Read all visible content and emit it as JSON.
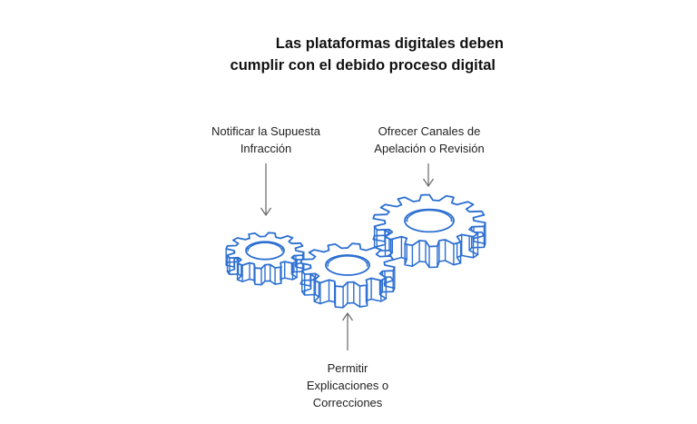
{
  "title": {
    "line1": "Las plataformas digitales deben",
    "line2": "cumplir con el debido proceso digital"
  },
  "labels": [
    {
      "id": "notify",
      "lines": [
        "Notificar la Supuesta",
        "Infracción"
      ]
    },
    {
      "id": "appeal",
      "lines": [
        "Ofrecer Canales de",
        "Apelación o Revisión"
      ]
    },
    {
      "id": "explain",
      "lines": [
        "Permitir",
        "Explicaciones o",
        "Correcciones"
      ]
    }
  ],
  "colors": {
    "gear_stroke": "#2c6fd1",
    "gear_fill": "#ffffff",
    "arrow": "#666666",
    "text": "#222222"
  }
}
